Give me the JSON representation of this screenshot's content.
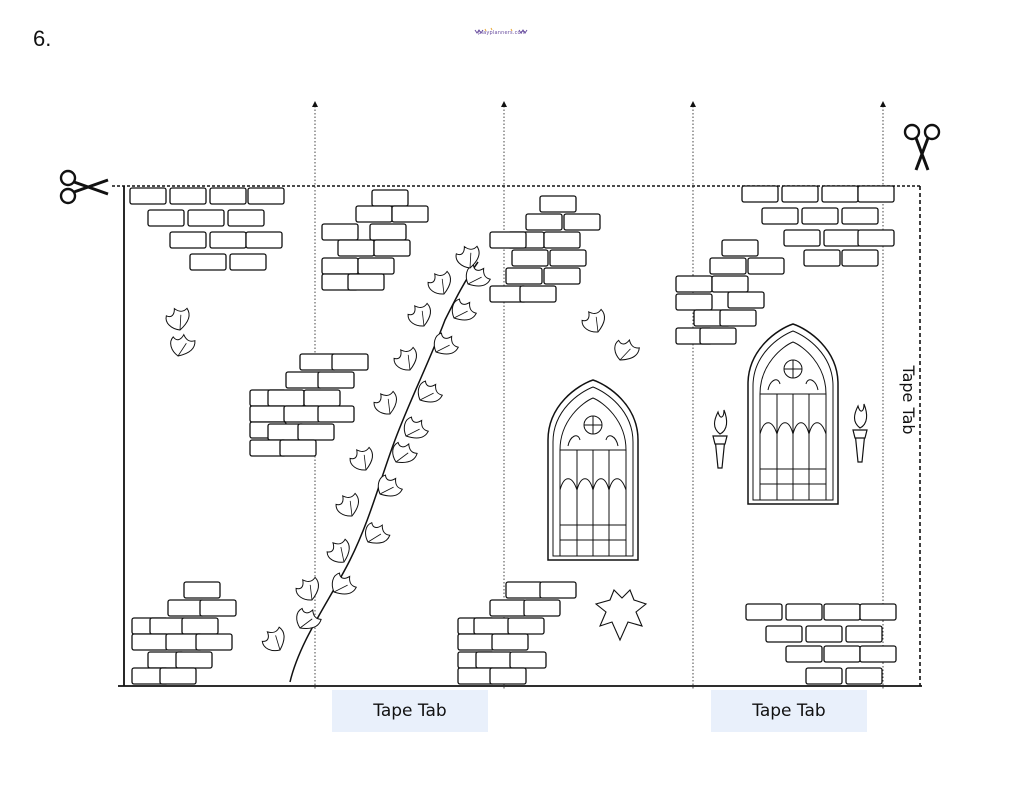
{
  "page": {
    "number": "6.",
    "logo_text": "playplanners.com"
  },
  "tabs": {
    "bottom_left": "Tape Tab",
    "bottom_right": "Tape Tab",
    "side_right": "Tape Tab"
  },
  "icons": {
    "cut_left": "scissors-icon",
    "cut_right": "scissors-icon"
  },
  "colors": {
    "line": "#111111",
    "tab_background": "#e9f0fb",
    "logo_accent": "#6a4fa0"
  }
}
